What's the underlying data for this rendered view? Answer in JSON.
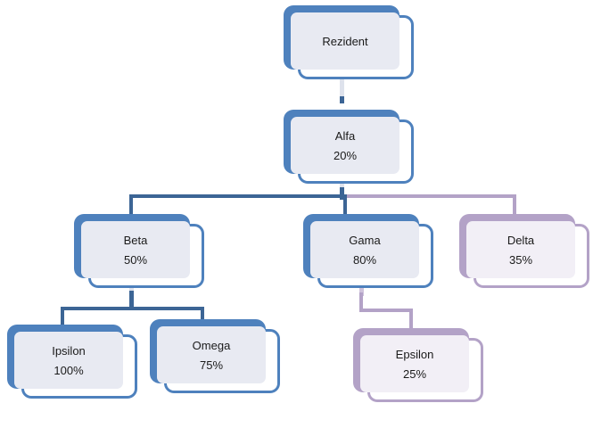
{
  "chart_data": {
    "type": "diagram",
    "diagram_type": "organizational-hierarchy-tree",
    "title": "",
    "nodes": [
      {
        "id": "rezident",
        "label": "Rezident",
        "value": "",
        "color": "#4E81BD",
        "color_name": "blue",
        "parent": null
      },
      {
        "id": "alfa",
        "label": "Alfa",
        "value": "20%",
        "color": "#4E81BD",
        "color_name": "blue",
        "parent": "rezident"
      },
      {
        "id": "beta",
        "label": "Beta",
        "value": "50%",
        "color": "#4E81BD",
        "color_name": "blue",
        "parent": "alfa"
      },
      {
        "id": "gama",
        "label": "Gama",
        "value": "80%",
        "color": "#4E81BD",
        "color_name": "blue",
        "parent": "alfa"
      },
      {
        "id": "delta",
        "label": "Delta",
        "value": "35%",
        "color": "#B3A2C7",
        "color_name": "purple",
        "parent": "alfa"
      },
      {
        "id": "ipsilon",
        "label": "Ipsilon",
        "value": "100%",
        "color": "#4E81BD",
        "color_name": "blue",
        "parent": "beta"
      },
      {
        "id": "omega",
        "label": "Omega",
        "value": "75%",
        "color": "#4E81BD",
        "color_name": "blue",
        "parent": "beta"
      },
      {
        "id": "epsilon",
        "label": "Epsilon",
        "value": "25%",
        "color": "#B3A2C7",
        "color_name": "purple",
        "parent": "gama"
      }
    ],
    "edges": [
      {
        "from": "rezident",
        "to": "alfa",
        "color": "#3C6595"
      },
      {
        "from": "alfa",
        "to": "beta",
        "color": "#3C6595"
      },
      {
        "from": "alfa",
        "to": "gama",
        "color": "#3C6595"
      },
      {
        "from": "alfa",
        "to": "delta",
        "color": "#B3A2C7"
      },
      {
        "from": "beta",
        "to": "ipsilon",
        "color": "#3C6595"
      },
      {
        "from": "beta",
        "to": "omega",
        "color": "#3C6595"
      },
      {
        "from": "gama",
        "to": "epsilon",
        "color": "#B3A2C7"
      }
    ],
    "colors": {
      "blue_fill": "#4E81BD",
      "blue_connector": "#3C6595",
      "purple_fill": "#B3A2C7",
      "panel_blue": "#E8EAF2",
      "panel_purple": "#F2EFF6",
      "card_background": "#FFFFFF",
      "text": "#1A1A1A",
      "canvas_background": "#FFFFFF"
    }
  }
}
